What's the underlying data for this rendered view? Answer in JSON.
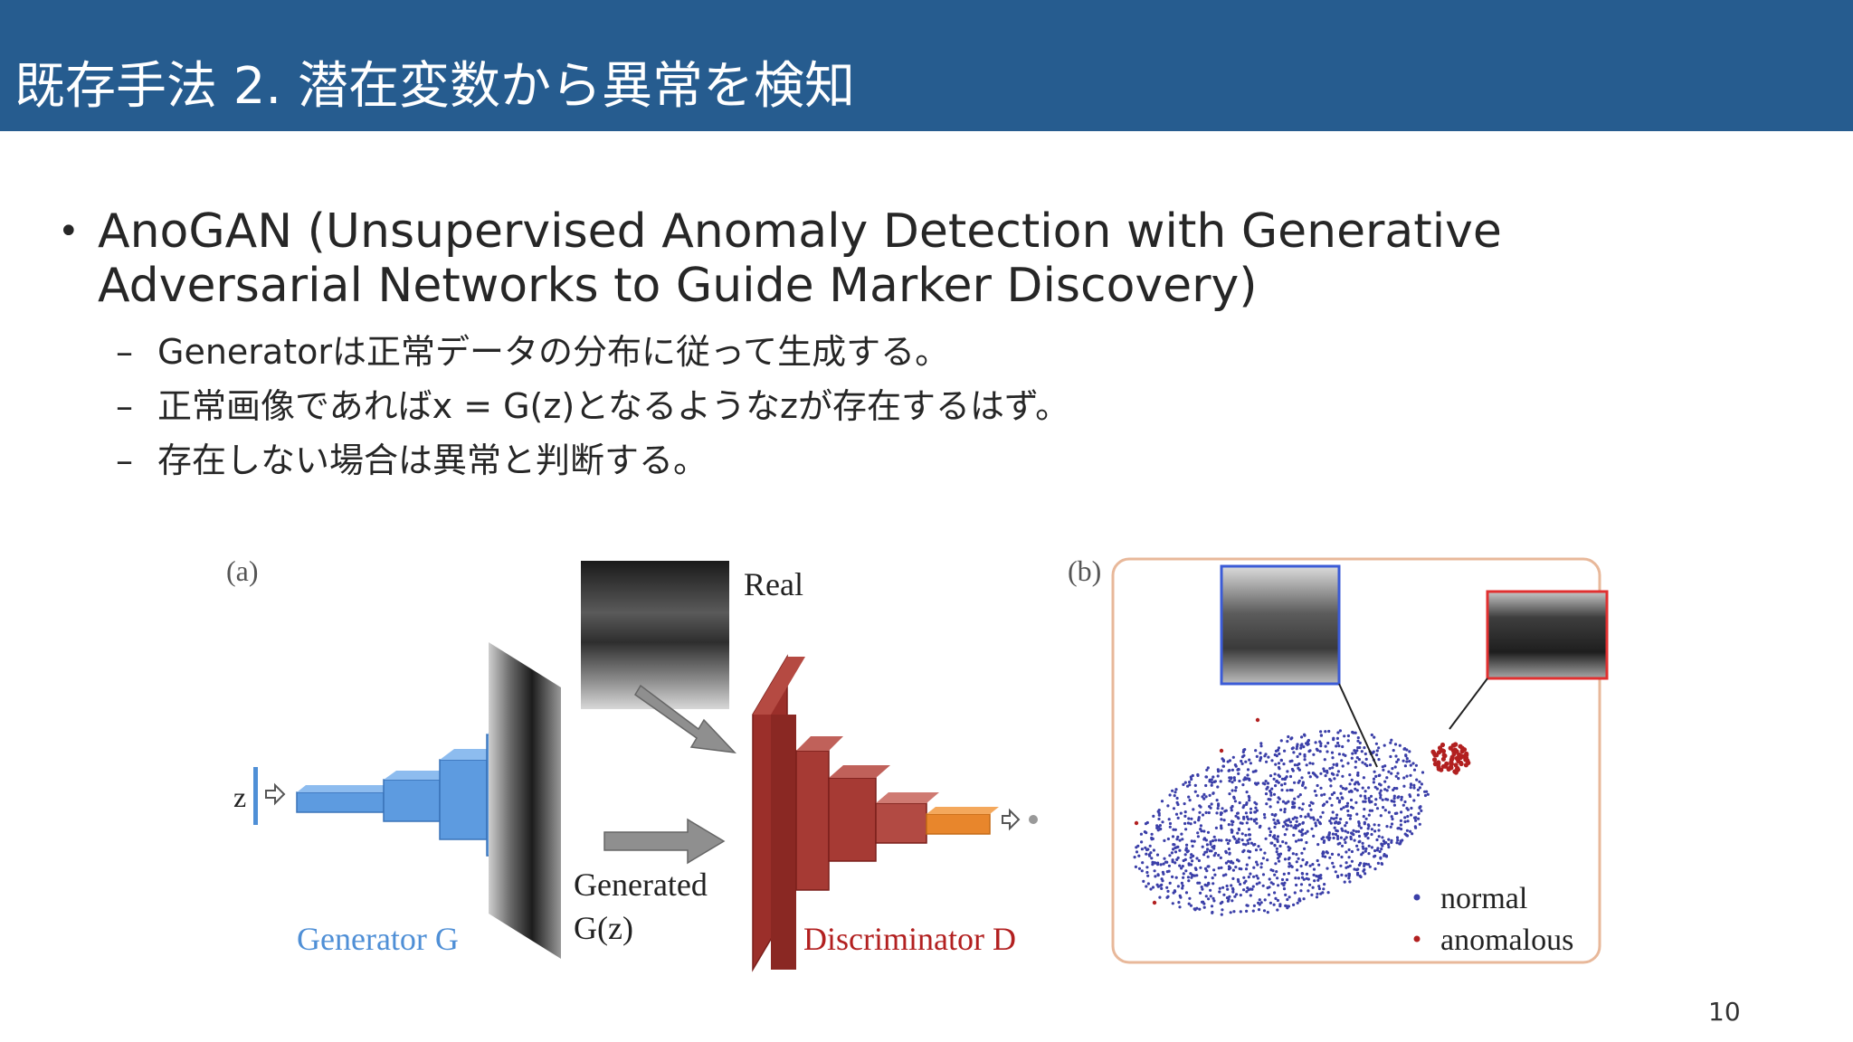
{
  "header": {
    "title": "既存手法 2.  潜在変数から異常を検知"
  },
  "bullet1": {
    "text": "AnoGAN (Unsupervised Anomaly Detection with Generative Adversarial Networks to Guide Marker Discovery)"
  },
  "subbullets": [
    {
      "text": "Generatorは正常データの分布に従って生成する。"
    },
    {
      "text": "正常画像であればx = G(z)となるようなzが存在するはず。"
    },
    {
      "text": "存在しない場合は異常と判断する。"
    }
  ],
  "figure": {
    "panel_a_label": "(a)",
    "panel_b_label": "(b)",
    "z_label": "z",
    "real_label": "Real",
    "generated_label": "Generated",
    "gz_label": "G(z)",
    "generator_label": "Generator G",
    "discriminator_label": "Discriminator D",
    "legend_normal": "normal",
    "legend_anomalous": "anomalous",
    "colors": {
      "generator": "#4f8fd6",
      "discriminator": "#9b2f2a",
      "normal": "#3b3fa8",
      "anomalous": "#b22020"
    }
  },
  "page_number": "10"
}
